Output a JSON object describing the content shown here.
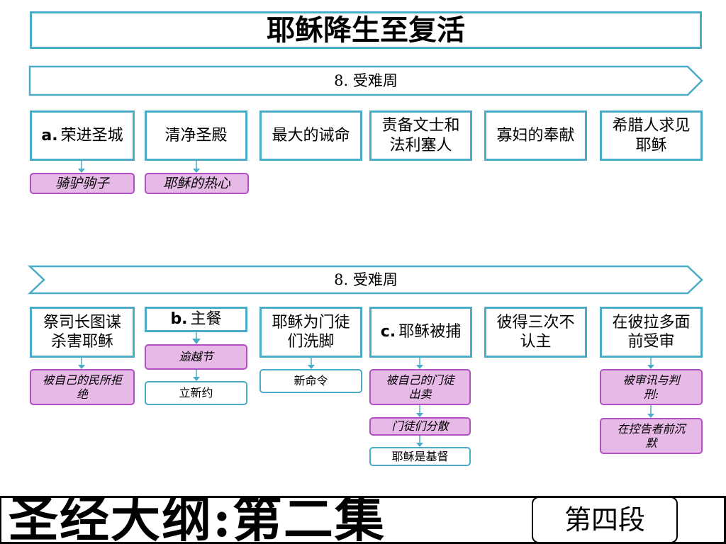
{
  "header": {
    "title": "耶稣降生至复活"
  },
  "banners": [
    {
      "label": "8. 受难周"
    },
    {
      "label": "8. 受难周"
    }
  ],
  "row1": {
    "nodes": [
      {
        "prefix": "a.",
        "label": "荣进圣城"
      },
      {
        "prefix": "",
        "label": "清净圣殿"
      },
      {
        "prefix": "",
        "label": "最大的诫命"
      },
      {
        "prefix": "",
        "label": "责备文士和法利塞人"
      },
      {
        "prefix": "",
        "label": "寡妇的奉献"
      },
      {
        "prefix": "",
        "label": "希腊人求见耶稣"
      }
    ],
    "subs": [
      {
        "label": "骑驴驹子"
      },
      {
        "label": "耶稣的热心"
      }
    ]
  },
  "row2": {
    "nodes": [
      {
        "prefix": "",
        "label": "祭司长图谋杀害耶稣"
      },
      {
        "prefix": "b.",
        "label": "主餐"
      },
      {
        "prefix": "",
        "label": "耶稣为门徒们洗脚"
      },
      {
        "prefix": "c.",
        "label": "耶稣被捕"
      },
      {
        "prefix": "",
        "label": "彼得三次不认主"
      },
      {
        "prefix": "",
        "label": "在彼拉多面前受审"
      }
    ],
    "subs": {
      "rejected": "被自己的民所拒绝",
      "passover": "逾越节",
      "new_covenant": "立新约",
      "new_command": "新命令",
      "betrayed": "被自己的门徒出卖",
      "scattered": "门徒们分散",
      "is_christ": "耶稣是基督",
      "tried": "被审讯与判刑:",
      "silent": "在控告者前沉默"
    }
  },
  "footer": {
    "title": "圣经大纲:第二集",
    "section": "第四段"
  },
  "colors": {
    "accent": "#4aacc6",
    "pink_fill": "#e6b9e6",
    "pink_border": "#b14fc5"
  }
}
